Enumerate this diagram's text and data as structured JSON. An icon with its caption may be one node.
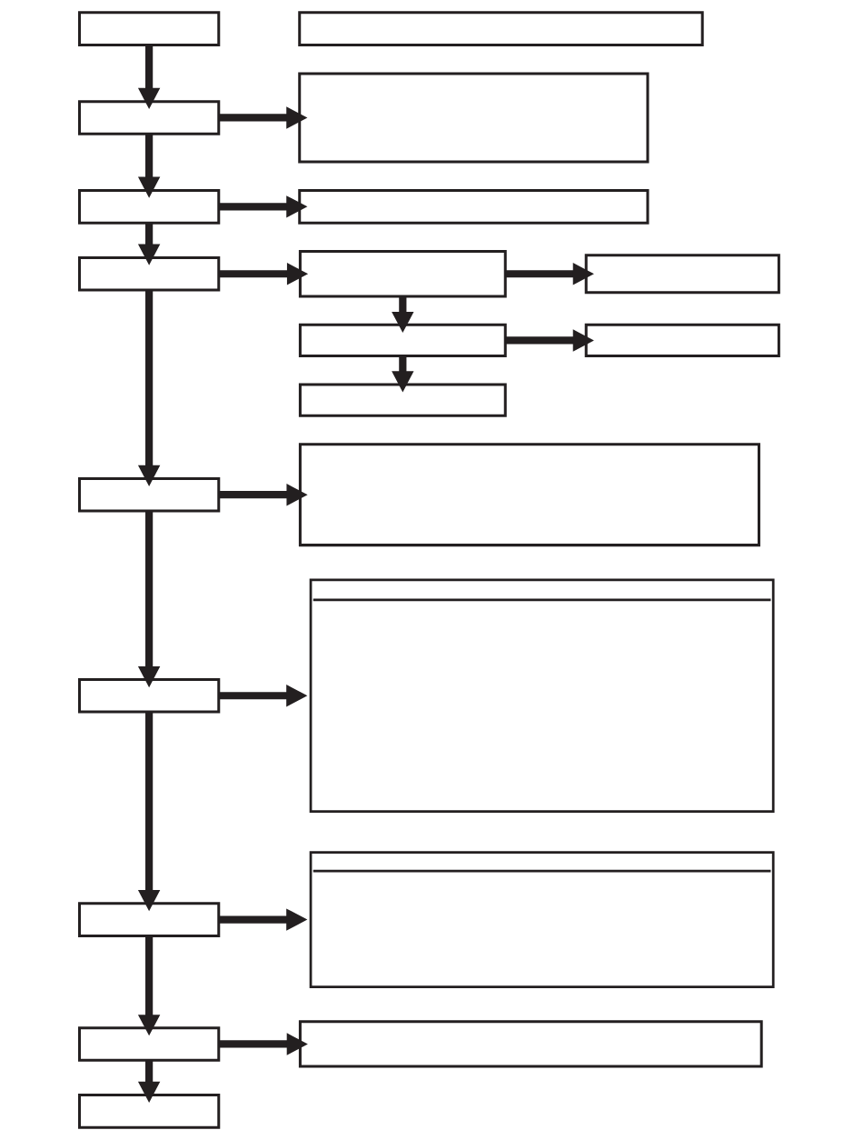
{
  "diagram": {
    "nodes": [
      {
        "text": [],
        "shape": "box"
      },
      {
        "text": [],
        "shape": "box"
      },
      {
        "text": [],
        "shape": "box"
      },
      {
        "text": [],
        "shape": "box"
      },
      {
        "text": [],
        "shape": "box"
      },
      {
        "text": [],
        "shape": "box"
      },
      {
        "text": [],
        "shape": "box"
      },
      {
        "text": [],
        "shape": "box"
      },
      {
        "text": [],
        "shape": "box"
      },
      {
        "text": [],
        "shape": "box"
      },
      {
        "text": [],
        "shape": "box"
      },
      {
        "text": [],
        "shape": "box"
      },
      {
        "text": [],
        "shape": "box"
      },
      {
        "text": [],
        "shape": "box"
      },
      {
        "text": [],
        "shape": "box"
      },
      {
        "text": [],
        "shape": "box"
      },
      {
        "text": [],
        "shape": "box"
      },
      {
        "text": [],
        "shape": "box"
      },
      {
        "text": [],
        "shape": "box"
      },
      {
        "text": [],
        "shape": "box"
      },
      {
        "text": [],
        "shape": "box"
      }
    ],
    "edges": [
      {
        "from": 0,
        "to": 2,
        "arrow": "to"
      },
      {
        "from": 2,
        "to": 3,
        "arrow": "to"
      },
      {
        "from": 2,
        "to": 4,
        "arrow": "to"
      },
      {
        "from": 4,
        "to": 5,
        "arrow": "to"
      },
      {
        "from": 4,
        "to": 6,
        "arrow": "to"
      },
      {
        "from": 6,
        "to": 7,
        "arrow": "to"
      },
      {
        "from": 7,
        "to": 8,
        "arrow": "to"
      },
      {
        "from": 7,
        "to": 9,
        "arrow": "to"
      },
      {
        "from": 9,
        "to": 10,
        "arrow": "to"
      },
      {
        "from": 9,
        "to": 11,
        "arrow": "to"
      },
      {
        "from": 6,
        "to": 12,
        "arrow": "to"
      },
      {
        "from": 12,
        "to": 13,
        "arrow": "to"
      },
      {
        "from": 12,
        "to": 14,
        "arrow": "to"
      },
      {
        "from": 14,
        "to": 15,
        "arrow": "to"
      },
      {
        "from": 14,
        "to": 16,
        "arrow": "to"
      },
      {
        "from": 16,
        "to": 17,
        "arrow": "to"
      },
      {
        "from": 16,
        "to": 18,
        "arrow": "to"
      },
      {
        "from": 18,
        "to": 19,
        "arrow": "to"
      },
      {
        "from": 18,
        "to": 20,
        "arrow": "to"
      }
    ]
  }
}
